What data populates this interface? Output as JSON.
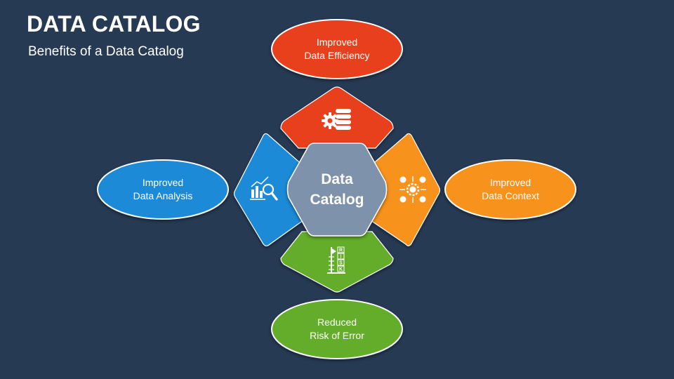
{
  "title": "DATA CATALOG",
  "subtitle": "Benefits of a Data Catalog",
  "center": {
    "line1": "Data",
    "line2": "Catalog",
    "color": "#7e93ab"
  },
  "benefits": {
    "top": {
      "line1": "Improved",
      "line2": "Data Efficiency",
      "color": "#e8401c",
      "icon": "database-gear-icon"
    },
    "left": {
      "line1": "Improved",
      "line2": "Data Analysis",
      "color": "#1b8ad6",
      "icon": "chart-magnifier-icon"
    },
    "right": {
      "line1": "Improved",
      "line2": "Data Context",
      "color": "#f7921e",
      "icon": "gear-network-icon"
    },
    "bottom": {
      "line1": "Reduced",
      "line2": "Risk of Error",
      "color": "#64ad2b",
      "icon": "risk-meter-icon"
    }
  },
  "risk_letters": [
    "R",
    "I",
    "S",
    "K"
  ]
}
